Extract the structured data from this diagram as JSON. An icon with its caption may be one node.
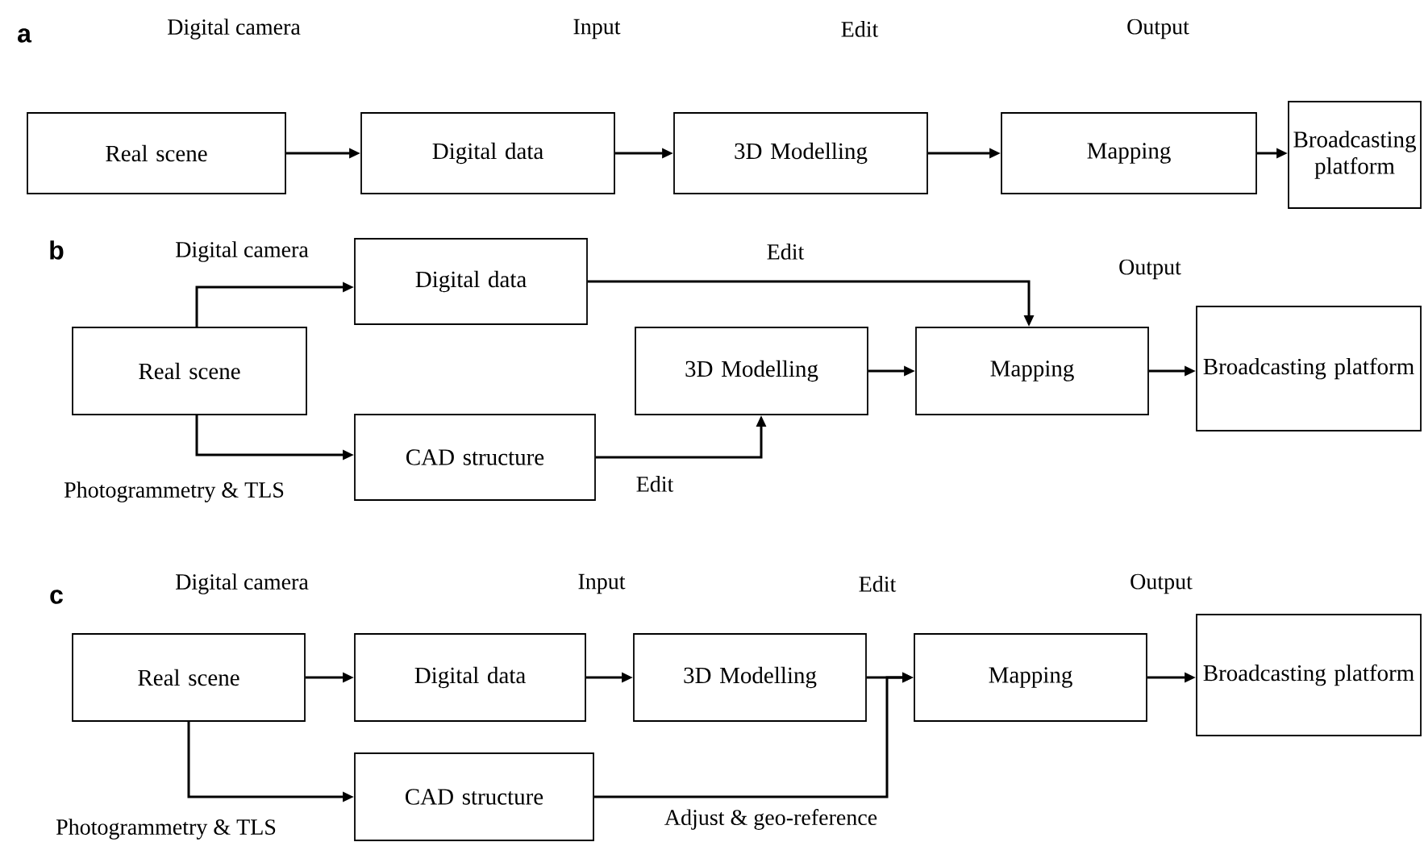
{
  "diagram": {
    "nodes": [
      {
        "text": [
          "Real scene"
        ]
      },
      {
        "text": [
          "Digital data"
        ]
      },
      {
        "text": [
          "3D Modelling"
        ]
      },
      {
        "text": [
          "Mapping"
        ]
      },
      {
        "text": [
          "Broadcasting platform"
        ]
      },
      {
        "text": [
          "Digital data"
        ]
      },
      {
        "text": [
          "Real scene"
        ]
      },
      {
        "text": [
          "3D Modelling"
        ]
      },
      {
        "text": [
          "Mapping"
        ]
      },
      {
        "text": [
          "Broadcasting platform"
        ]
      },
      {
        "text": [
          "CAD structure"
        ]
      },
      {
        "text": [
          "Real scene"
        ]
      },
      {
        "text": [
          "Digital data"
        ]
      },
      {
        "text": [
          "3D Modelling"
        ]
      },
      {
        "text": [
          "Mapping"
        ]
      },
      {
        "text": [
          "Broadcasting platform"
        ]
      },
      {
        "text": [
          "CAD structure"
        ]
      }
    ],
    "edges": [
      {
        "from": 0,
        "to": 1,
        "arrow": "to"
      },
      {
        "from": 1,
        "to": 2,
        "arrow": "to"
      },
      {
        "from": 2,
        "to": 3,
        "arrow": "to"
      },
      {
        "from": 3,
        "to": 4,
        "arrow": "to"
      },
      {
        "from": 6,
        "to": 5,
        "arrow": "to",
        "label": "Digital camera"
      },
      {
        "from": 6,
        "to": 10,
        "arrow": "to",
        "label": "Photogrammetry & TLS"
      },
      {
        "from": 5,
        "to": 8,
        "arrow": "to",
        "label": "Edit"
      },
      {
        "from": 10,
        "to": 7,
        "arrow": "to",
        "label": "Edit"
      },
      {
        "from": 7,
        "to": 8,
        "arrow": "to"
      },
      {
        "from": 8,
        "to": 9,
        "arrow": "to"
      },
      {
        "from": 11,
        "to": 12,
        "arrow": "to"
      },
      {
        "from": 12,
        "to": 13,
        "arrow": "to"
      },
      {
        "from": 13,
        "to": 14,
        "arrow": "to"
      },
      {
        "from": 14,
        "to": 15,
        "arrow": "to"
      },
      {
        "from": 11,
        "to": 16,
        "arrow": "to",
        "label": "Photogrammetry & TLS"
      },
      {
        "from": 16,
        "to": 14,
        "arrow": "to",
        "label": "Adjust & geo-reference"
      }
    ],
    "labels": [
      "a",
      "Digital camera",
      "Input",
      "Edit",
      "Output",
      "b",
      "Output",
      "c",
      "Digital camera",
      "Input",
      "Edit",
      "Output"
    ]
  }
}
